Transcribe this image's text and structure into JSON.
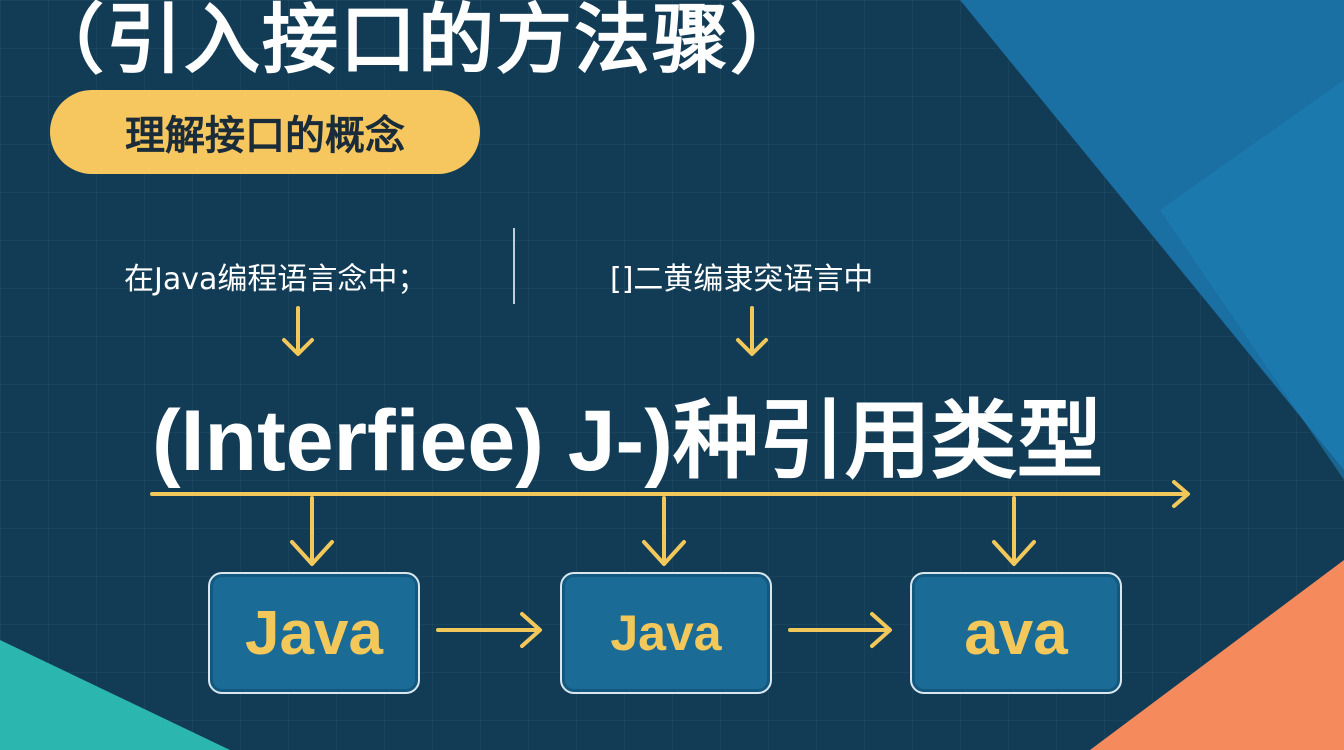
{
  "title": "（引入接口的方法骤）",
  "pill_label": "理解接口的概念",
  "captions": {
    "left": "在Java编程语言念中；",
    "right": "[]二黄编隶突语言中"
  },
  "headline": "(Interfiee) J-)种引用类型",
  "boxes": [
    "Java",
    "Java",
    "ava"
  ],
  "colors": {
    "background": "#123c56",
    "accent_yellow": "#f2c85b",
    "box_fill": "#1b6b97",
    "corner_blue": "#1a6fa3",
    "corner_teal": "#2bb7b0",
    "corner_orange": "#f58a5d"
  }
}
